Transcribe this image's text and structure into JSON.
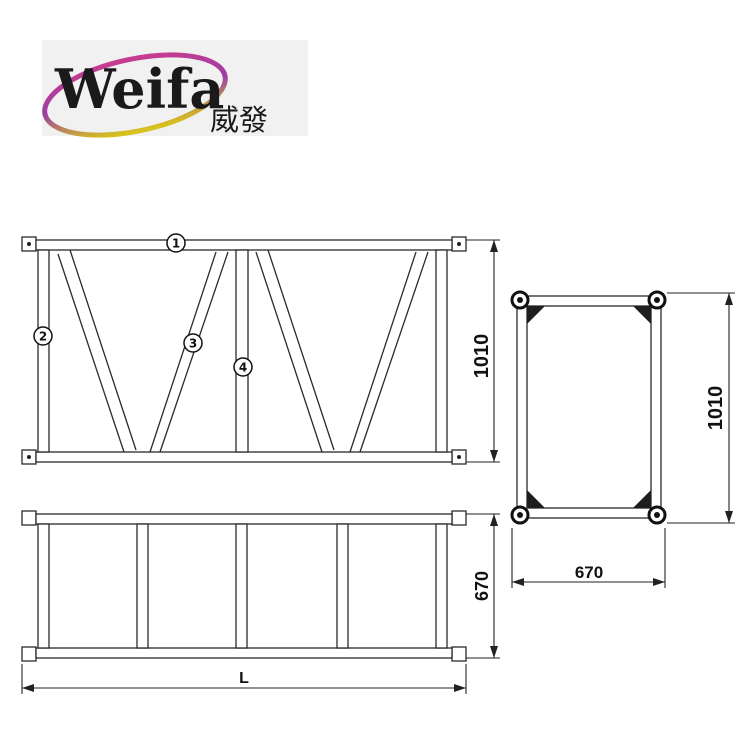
{
  "logo": {
    "brand": "Weifa",
    "chinese": "威發",
    "colors": {
      "ring_top": "#cc2f8c",
      "ring_bottom": "#d9c020",
      "text": "#1a1a1a"
    }
  },
  "callouts": [
    "1",
    "2",
    "3",
    "4"
  ],
  "dimensions": {
    "side_height": "1010",
    "top_depth": "670",
    "total_length": "L",
    "section_height": "1010",
    "section_width": "670"
  }
}
